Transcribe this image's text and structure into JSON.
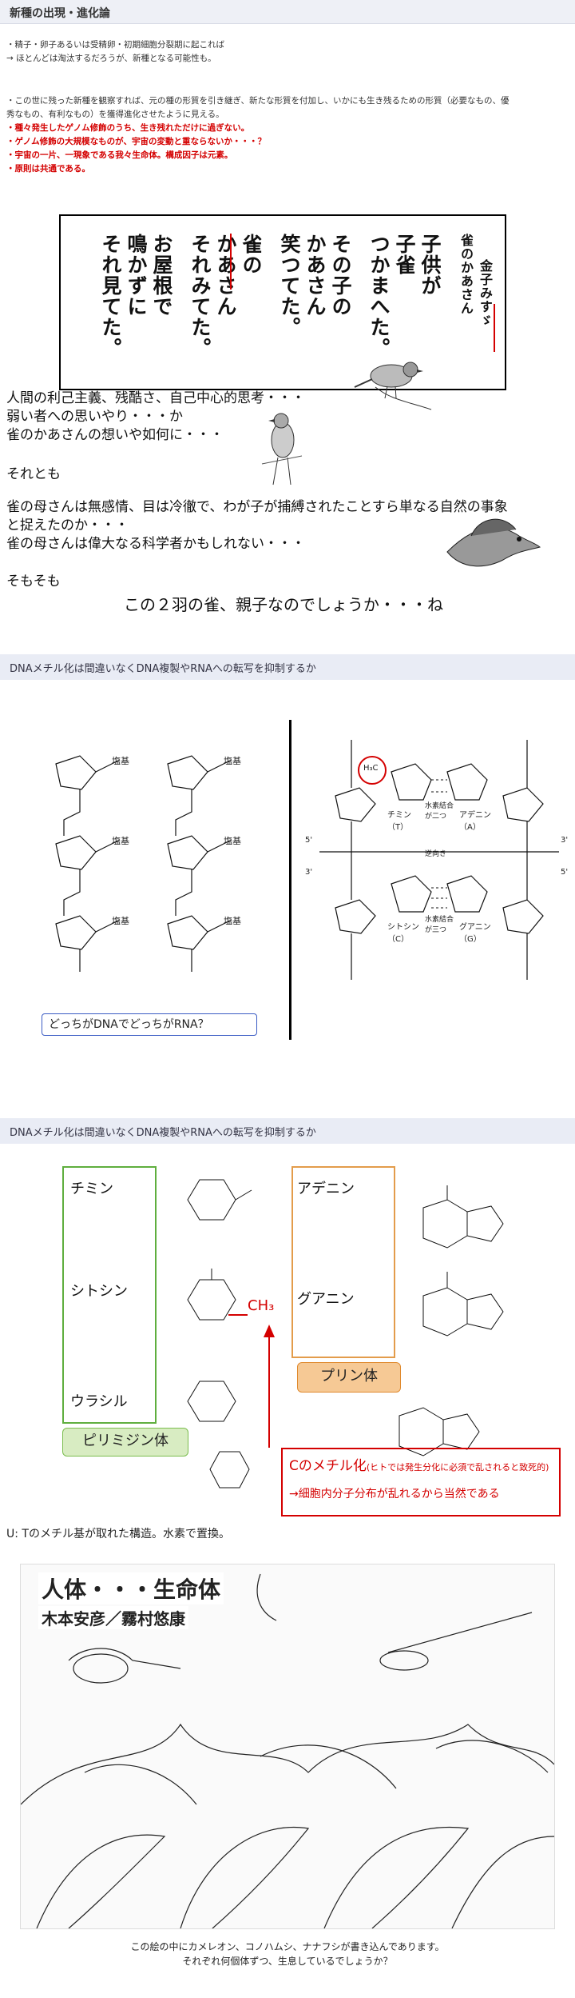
{
  "title": "新種の出現・進化論",
  "intro": [
    "・精子・卵子あるいは受精卵・初期細胞分裂期に起これば",
    "→ ほとんどは淘汰するだろうが、新種となる可能性も。"
  ],
  "para": [
    "・この世に残った新種を観察すれば、元の種の形質を引き継ぎ、新たな形質を付加し、いかにも生き残るための形質（必要なもの、優",
    "秀なもの、有利なもの）を獲得進化させたように見える。"
  ],
  "red_lines": [
    "・種々発生したゲノム修飾のうち、生き残れただけに過ぎない。",
    "・ゲノム修飾の大規模なものが、宇宙の変動と重ならないか・・・？",
    "・宇宙の一片、一現象である我々生命体。構成因子は元素。",
    "・原則は共通である。"
  ],
  "poem": {
    "title": "雀のかあさん",
    "author": "金子みすゞ",
    "lines": [
      "子供が",
      "子雀",
      "つかまへた。",
      "その子の",
      "かあさん",
      "笑つてた。",
      "雀の",
      "かあさん",
      "それみてた。",
      "お屋根で",
      "鳴かずに",
      "それ見てた。"
    ]
  },
  "essay": [
    "人間の利己主義、残酷さ、自己中心的思考・・・",
    "弱い者への思いやり・・・か",
    "雀のかあさんの想いや如何に・・・",
    "それとも",
    "雀の母さんは無感情、目は冷徹で、わが子が捕縛されたことすら単なる自然の事象",
    "と捉えたのか・・・",
    "雀の母さんは偉大なる科学者かもしれない・・・",
    "そもそも",
    "この２羽の雀、親子なのでしょうか・・・ね"
  ],
  "band1": "DNAメチル化は間違いなくDNA複製やRNAへの転写を抑制するか",
  "dna": {
    "question": "どっちがDNAでどっちがRNA？",
    "base": "塩基",
    "h3c": "H₃C",
    "thymine": "チミン\n（T）",
    "adenine": "アデニン\n（A）",
    "cytosine": "シトシン\n（C）",
    "guanine": "グアニン\n（G）",
    "hbond2": "水素結合\nが二つ",
    "hbond3": "水素結合\nが三つ",
    "reverse": "逆向き",
    "five_prime": "5'",
    "three_prime": "3'"
  },
  "band2": "DNAメチル化は間違いなくDNA複製やRNAへの転写を抑制するか",
  "bases": {
    "thymine": "チミン",
    "cytosine": "シトシン",
    "uracil": "ウラシル",
    "adenine": "アデニン",
    "guanine": "グアニン",
    "purine": "プリン体",
    "pyrimidine": "ピリミジン体",
    "ch3": "CH₃",
    "methyl_title": "Cのメチル化",
    "methyl_note": "(ヒトでは発生分化に必須で乱されると致死的)",
    "methyl_arrow": "→細胞内分子分布が乱れるから当然である",
    "u_note": "U:  Tのメチル基が取れた構造。水素で置換。"
  },
  "illustration": {
    "title": "人体・・・生命体",
    "credit": "木本安彦／霧村悠康",
    "caption1": "この絵の中にカメレオン、コノハムシ、ナナフシが書き込んであります。",
    "caption2": "それぞれ何個体ずつ、生息しているでしょうか？"
  }
}
